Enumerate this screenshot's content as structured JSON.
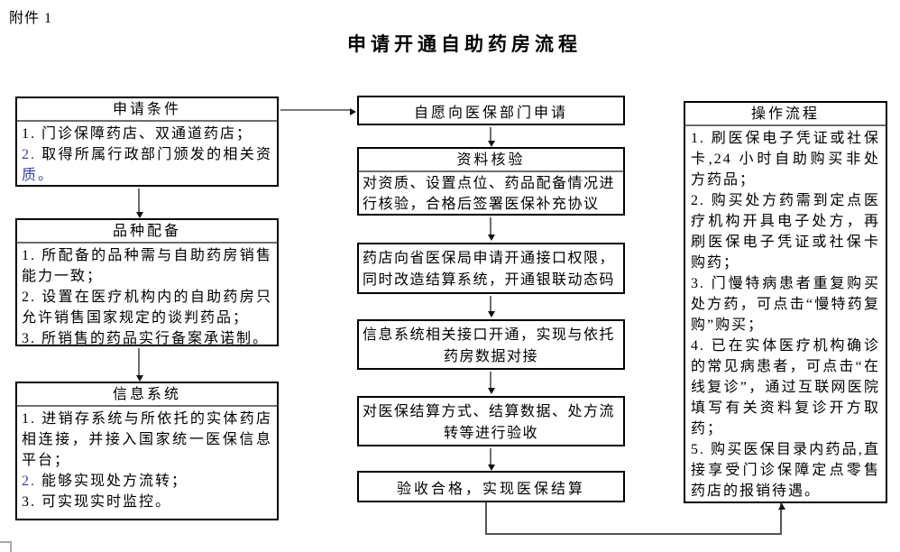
{
  "page": {
    "attachment_label": "附件 1",
    "title": "申请开通自助药房流程"
  },
  "left": [
    {
      "header": "申请条件",
      "item1": "1. 门诊保障药店、双通道药店；",
      "item2_num": "2. ",
      "item2_body": "取得所属行政部门颁发的相关资",
      "item2_tail": "质。"
    },
    {
      "header": "品种配备",
      "item1": "1. 所配备的品种需与自助药房销售能力一致；",
      "item2": "2. 设置在医疗机构内的自助药房只允许销售国家规定的谈判药品；",
      "item3": "3. 所销售的药品实行备案承诺制。"
    },
    {
      "header": "信息系统",
      "item1": "1. 进销存系统与所依托的实体药店相连接，并接入国家统一医保信息平台；",
      "item2_num": "2. ",
      "item2_body": "能够实现处方流转；",
      "item3": "3. 可实现实时监控。"
    }
  ],
  "middle": {
    "step1": "自愿向医保部门申请",
    "step2_header": "资料核验",
    "step2_lines": [
      "对资质、设置点位、药品配备情况进",
      "行核验，合格后签署医保补充协议"
    ],
    "step3_lines": [
      "药店向省医保局申请开通接口权限，",
      "同时改造结算系统，开通银联动态码"
    ],
    "step4_lines": [
      "信息系统相关接口开通，实现与依托",
      "药房数据对接"
    ],
    "step5_lines": [
      "对医保结算方式、结算数据、处方流",
      "转等进行验收"
    ],
    "step6": "验收合格，实现医保结算"
  },
  "right": {
    "header": "操作流程",
    "item1": "1. 刷医保电子凭证或社保卡,24 小时自助购买非处方药品；",
    "item2": "2. 购买处方药需到定点医疗机构开具电子处方，再刷医保电子凭证或社保卡购药；",
    "item3": "3. 门慢特病患者重复购买处方药，可点击“慢特药复购”购买；",
    "item4": "4. 已在实体医疗机构确诊的常见病患者，可点击“在线复诊”，通过互联网医院填写有关资料复诊开方取药；",
    "item5": "5. 购买医保目录内药品,直接享受门诊保障定点零售药店的报销待遇。"
  },
  "colors": {
    "highlight_blue": "#3340a8",
    "box_border": "#000000",
    "arrow_gray": "#6f6f6f"
  }
}
